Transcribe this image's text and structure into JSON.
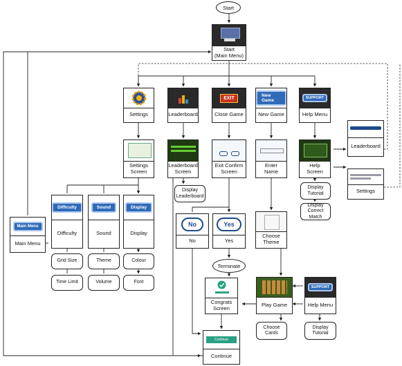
{
  "diagram": {
    "start": "Start",
    "terminate": "Terminate",
    "main": "Start\n(Main Menu)",
    "settings": "Settings",
    "leaderboard": "Leaderboard",
    "close_game": "Close Game",
    "new_game": "New Game",
    "help_menu": "Help Menu",
    "settings_screen": "Settings\nScreen",
    "leaderboard_screen": "Leaderboard\nScreen",
    "exit_confirm_screen": "Exit Confirm\nScreen",
    "enter_name": "Enter Name",
    "help_screen": "Help\nScreen",
    "leaderboard_side": "Leaderboard",
    "settings_side": "Settings",
    "display_leaderboard": "Display\nLeaderboard",
    "display_tutorial": "Display\nTutorial",
    "display_correct_match": "Display\nCorrect Match",
    "difficulty": "Difficulty",
    "sound": "Sound",
    "display": "Display",
    "main_menu": "Main Menu",
    "no": "No",
    "yes": "Yes",
    "choose_theme": "Choose\nTheme",
    "grid_size": "Grid Size",
    "theme": "Theme",
    "colour": "Colour",
    "time_limit": "Time Limit",
    "volume": "Volume",
    "font": "Font",
    "congrats_screen": "Congrats\nScreen",
    "play_game": "Play Game",
    "help_menu_2": "Help Menu",
    "choose_cards": "Choose\nCards",
    "display_tutorial_2": "Display\nTutorial",
    "continue": "Continue"
  },
  "thumbnails": {
    "difficulty": "Difficulty",
    "sound": "Sound",
    "display": "Display",
    "main_menu": "Main Menu",
    "no": "No",
    "yes": "Yes",
    "new_game": "New Game",
    "exit": "EXIT",
    "support": "SUPPORT",
    "continue": "Continue"
  },
  "colors": {
    "line": "#222222",
    "pill": "#1c4a8c",
    "tag": "#2f6ab8",
    "dark": "#2a2a2a",
    "felt": "#3b5e1f",
    "teal": "#2aa084"
  }
}
